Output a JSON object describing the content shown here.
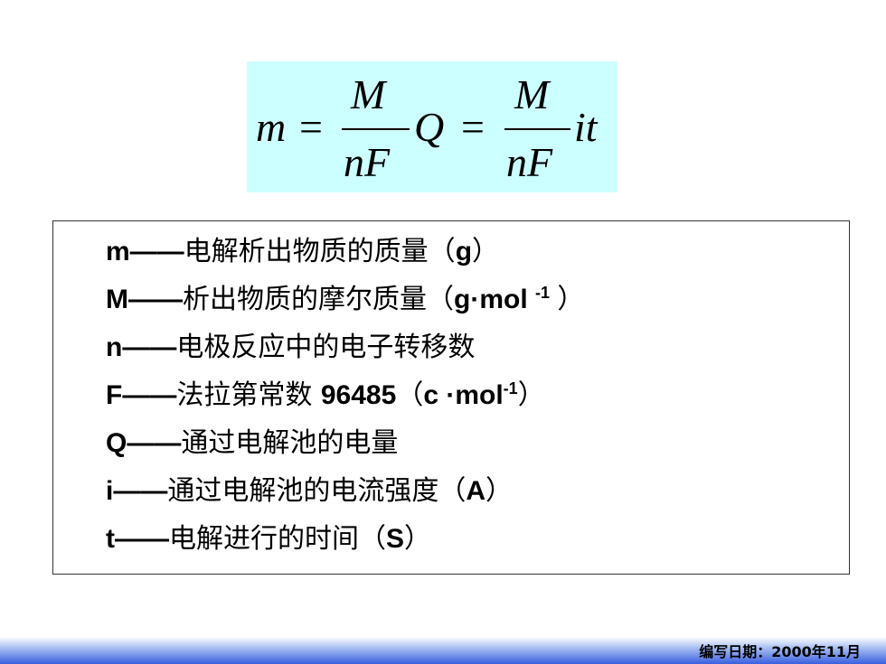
{
  "formula": {
    "m": "m",
    "eq1": "=",
    "num1": "M",
    "den1": "nF",
    "Q": "Q",
    "eq2": "=",
    "num2": "M",
    "den2": "nF",
    "it": "it"
  },
  "definitions": [
    {
      "sym": "m——",
      "desc": "电解析出物质的质量（",
      "unit": "g",
      "sup": "",
      "unit_after": "",
      "close": "）"
    },
    {
      "sym": "M——",
      "desc": "析出物质的摩尔质量（",
      "unit": "g·mol ",
      "sup": "-1",
      "unit_after": " ",
      "close": "）"
    },
    {
      "sym": "n——",
      "desc": "电极反应中的电子转移数",
      "unit": "",
      "sup": "",
      "unit_after": "",
      "close": ""
    },
    {
      "sym": "F——",
      "desc": "法拉第常数 ",
      "unit": "96485",
      "sup": "",
      "unit_after": "",
      "close": ""
    },
    {
      "sym": "Q——",
      "desc": "通过电解池的电量",
      "unit": "",
      "sup": "",
      "unit_after": "",
      "close": ""
    },
    {
      "sym": "i——",
      "desc": "通过电解池的电流强度（",
      "unit": "A",
      "sup": "",
      "unit_after": "",
      "close": "）"
    },
    {
      "sym": "t——",
      "desc": "电解进行的时间（",
      "unit": "S",
      "sup": "",
      "unit_after": "",
      "close": "）"
    }
  ],
  "f_line": {
    "open": "（",
    "unit": "c ·mol",
    "sup": "-1",
    "close": "）"
  },
  "footer": {
    "text": "编写日期：2000年11月"
  },
  "colors": {
    "formula_bg": "#ccffff",
    "footer_gradient_end": "#3a5fe0"
  }
}
